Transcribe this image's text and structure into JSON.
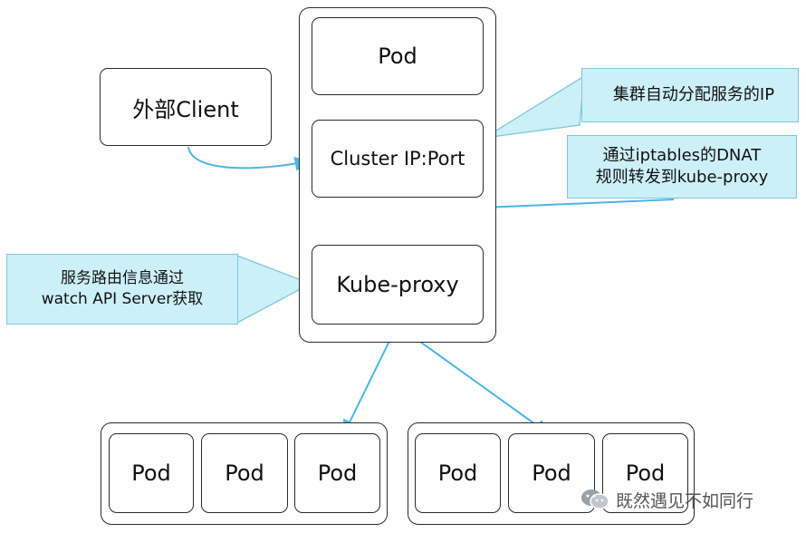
{
  "nodes": {
    "pod_top": "Pod",
    "client": "外部Client",
    "cluster_ip": "Cluster IP:Port",
    "kube_proxy": "Kube-proxy",
    "pod_group_left": [
      "Pod",
      "Pod",
      "Pod"
    ],
    "pod_group_right": [
      "Pod",
      "Pod",
      "Pod"
    ]
  },
  "callouts": {
    "auto_ip": "集群自动分配服务的IP",
    "dnat_line1": "通过iptables的DNAT",
    "dnat_line2": "规则转发到kube-proxy",
    "watch_line1": "服务路由信息通过",
    "watch_line2": "watch API Server获取"
  },
  "watermark": {
    "text": "既然遇见不如同行",
    "icon": "wechat-icon"
  },
  "colors": {
    "arrow": "#4bb5e6",
    "callout_fill": "#ccf0f8",
    "callout_border": "#7fc8dc",
    "box_border": "#2b2b2b"
  }
}
